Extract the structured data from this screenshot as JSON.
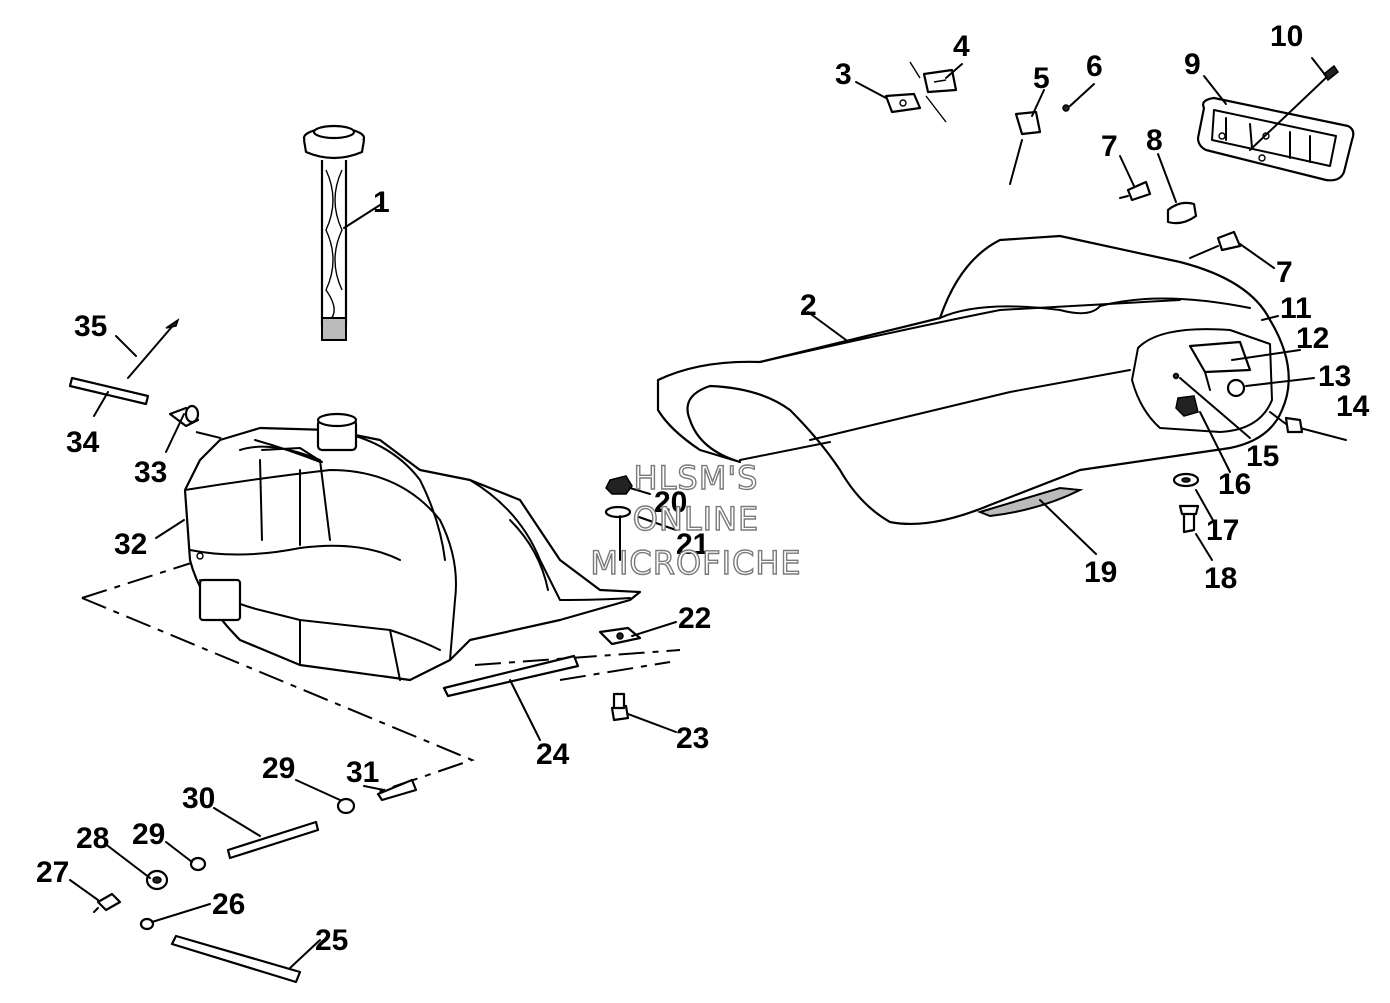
{
  "watermark": {
    "line1": "HLSM'S",
    "line2": "ONLINE",
    "line3": "MICROFICHE"
  },
  "callouts": [
    "1",
    "2",
    "3",
    "4",
    "5",
    "6",
    "7",
    "8",
    "9",
    "10",
    "11",
    "12",
    "13",
    "14",
    "15",
    "16",
    "17",
    "18",
    "19",
    "20",
    "21",
    "22",
    "23",
    "24",
    "25",
    "26",
    "27",
    "28",
    "29",
    "30",
    "31",
    "32",
    "33",
    "34",
    "35",
    "7",
    "29"
  ]
}
